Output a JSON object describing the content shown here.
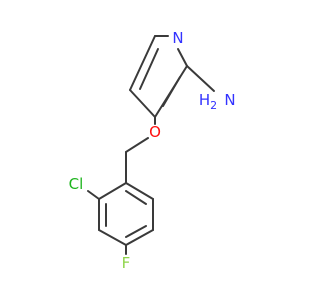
{
  "molecule": {
    "atom_labels": {
      "ring_nitrogen": "N",
      "amine_H2": "H2",
      "amine_N": "N",
      "ether_oxygen": "O",
      "chlorine": "Cl",
      "fluorine": "F"
    },
    "colors": {
      "bond": "#3a3a3a",
      "nitrogen": "#3333ff",
      "oxygen": "#ff0d0d",
      "chlorine": "#1fb51f",
      "fluorine": "#8fd44a"
    }
  }
}
